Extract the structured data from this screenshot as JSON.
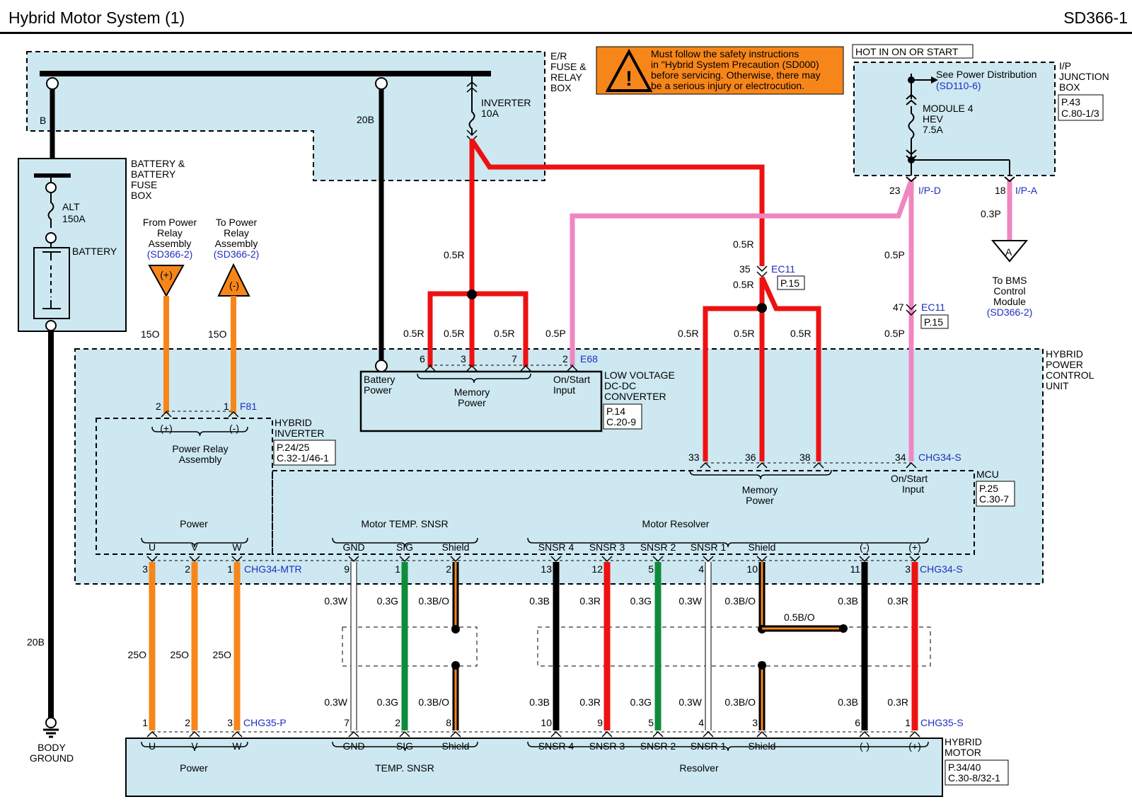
{
  "header": {
    "title": "Hybrid Motor System (1)",
    "code": "SD366-1"
  },
  "colors": {
    "box": "#cde8f1",
    "red": "#ee1111",
    "pink": "#ef86c2",
    "orange": "#f7861a",
    "green": "#0e8c3a",
    "black": "#000000",
    "link": "#1f2fbf"
  },
  "warning": {
    "l1": "Must follow the safety instructions",
    "l2": "in \"Hybrid System Precaution (SD000)",
    "l3": "before servicing. Otherwise, there may",
    "l4": "be a serious injury or electrocution."
  },
  "er_box": {
    "l1": "E/R",
    "l2": "FUSE &",
    "l3": "RELAY",
    "l4": "BOX",
    "inverter_fuse": "INVERTER",
    "inverter_amp": "10A",
    "b_label": "B",
    "w20b": "20B"
  },
  "battery_box": {
    "l1": "BATTERY &",
    "l2": "BATTERY",
    "l3": "FUSE",
    "l4": "BOX",
    "alt": "ALT",
    "alt_amp": "150A",
    "battery": "BATTERY"
  },
  "ip_box": {
    "hot": "HOT IN ON OR START",
    "l1": "I/P",
    "l2": "JUNCTION",
    "l3": "BOX",
    "p": "P.43",
    "c": "C.80-1/3",
    "see": "See Power Distribution",
    "see_ref": "(SD110-6)",
    "mod1": "MODULE 4",
    "mod2": "HEV",
    "mod3": "7.5A",
    "pin23": "23",
    "ipd": "I/P-D",
    "pin18": "18",
    "ipa": "I/P-A",
    "w03p": "0.3P",
    "bms_tri": "A",
    "bms1": "To BMS",
    "bms2": "Control",
    "bms3": "Module",
    "bms_ref": "(SD366-2)"
  },
  "relay_refs": {
    "from1": "From Power",
    "from2": "Relay",
    "from3": "Assembly",
    "from_ref": "(SD366-2)",
    "to1": "To Power",
    "to2": "Relay",
    "to3": "Assembly",
    "to_ref": "(SD366-2)",
    "plus": "(+)",
    "minus": "(-)",
    "w15o_a": "15O",
    "w15o_b": "15O"
  },
  "ldc": {
    "l1": "LOW VOLTAGE",
    "l2": "DC-DC",
    "l3": "CONVERTER",
    "p": "P.14",
    "c": "C.20-9",
    "conn": "E68",
    "batt1": "Battery",
    "batt2": "Power",
    "mem1": "Memory",
    "mem2": "Power",
    "on1": "On/Start",
    "on2": "Input",
    "p6": "6",
    "p3": "3",
    "p7": "7",
    "p2": "2",
    "w05r_main": "0.5R",
    "w05r_a": "0.5R",
    "w05r_b": "0.5R",
    "w05r_c": "0.5R",
    "w05p": "0.5P"
  },
  "hpcu": {
    "l1": "HYBRID",
    "l2": "POWER",
    "l3": "CONTROL",
    "l4": "UNIT"
  },
  "inverter": {
    "l1": "HYBRID",
    "l2": "INVERTER",
    "p": "P.24/25",
    "c": "C.32-1/46-1",
    "conn": "F81",
    "p2": "2",
    "p1": "1",
    "plus": "(+)",
    "minus": "(-)",
    "pra1": "Power Relay",
    "pra2": "Assembly",
    "power": "Power",
    "u": "U",
    "v": "V",
    "w": "W"
  },
  "ec11": {
    "pin35": "35",
    "conn": "EC11",
    "p": "P.15",
    "w05r_top": "0.5R",
    "w05r_mid": "0.5R",
    "pin47": "47",
    "conn2": "EC11",
    "p2": "P.15",
    "w05p_a": "0.5P",
    "w05p_b": "0.5P",
    "w05r_a": "0.5R",
    "w05r_b": "0.5R",
    "w05r_c": "0.5R"
  },
  "mcu": {
    "label": "MCU",
    "p": "P.25",
    "c": "C.30-7",
    "conn_top": "CHG34-S",
    "pin33": "33",
    "pin36": "36",
    "pin38": "38",
    "pin34": "34",
    "mem1": "Memory",
    "mem2": "Power",
    "on1": "On/Start",
    "on2": "Input",
    "temp": "Motor TEMP. SNSR",
    "resolver": "Motor Resolver",
    "conn_mtr": "CHG34-MTR",
    "conn_s": "CHG34-S"
  },
  "pins": [
    {
      "name": "U",
      "up": "3",
      "lo": "1",
      "w1": "25O",
      "w2": "",
      "color": "orange"
    },
    {
      "name": "V",
      "up": "2",
      "lo": "2",
      "w1": "25O",
      "w2": "",
      "color": "orange"
    },
    {
      "name": "W",
      "up": "1",
      "lo": "3",
      "w1": "25O",
      "w2": "",
      "color": "orange"
    },
    {
      "name": "GND",
      "up": "9",
      "lo": "7",
      "w1": "0.3W",
      "w2": "0.3W",
      "color": "white"
    },
    {
      "name": "SIG",
      "up": "1",
      "lo": "2",
      "w1": "0.3G",
      "w2": "0.3G",
      "color": "green"
    },
    {
      "name": "Shield",
      "up": "2",
      "lo": "8",
      "w1": "0.3B/O",
      "w2": "0.3B/O",
      "color": "bo"
    },
    {
      "name": "SNSR 4",
      "up": "13",
      "lo": "10",
      "w1": "0.3B",
      "w2": "0.3B",
      "color": "black"
    },
    {
      "name": "SNSR 3",
      "up": "12",
      "lo": "9",
      "w1": "0.3R",
      "w2": "0.3R",
      "color": "red"
    },
    {
      "name": "SNSR 2",
      "up": "5",
      "lo": "5",
      "w1": "0.3G",
      "w2": "0.3G",
      "color": "green"
    },
    {
      "name": "SNSR 1",
      "up": "4",
      "lo": "4",
      "w1": "0.3W",
      "w2": "0.3W",
      "color": "white"
    },
    {
      "name": "Shield",
      "up": "10",
      "lo": "3",
      "w1": "0.3B/O",
      "w2": "0.3B/O",
      "color": "bo"
    },
    {
      "name": "(-)",
      "up": "11",
      "lo": "6",
      "w1": "0.3B",
      "w2": "0.3B",
      "color": "black"
    },
    {
      "name": "(+)",
      "up": "3",
      "lo": "1",
      "w1": "0.3R",
      "w2": "0.3R",
      "color": "red"
    }
  ],
  "jumper": "0.5B/O",
  "motor": {
    "l1": "HYBRID",
    "l2": "MOTOR",
    "p": "P.34/40",
    "c": "C.30-8/32-1",
    "conn_p": "CHG35-P",
    "conn_s": "CHG35-S",
    "power": "Power",
    "temp": "TEMP. SNSR",
    "resolver": "Resolver"
  },
  "ground": {
    "w20b": "20B",
    "l1": "BODY",
    "l2": "GROUND"
  }
}
